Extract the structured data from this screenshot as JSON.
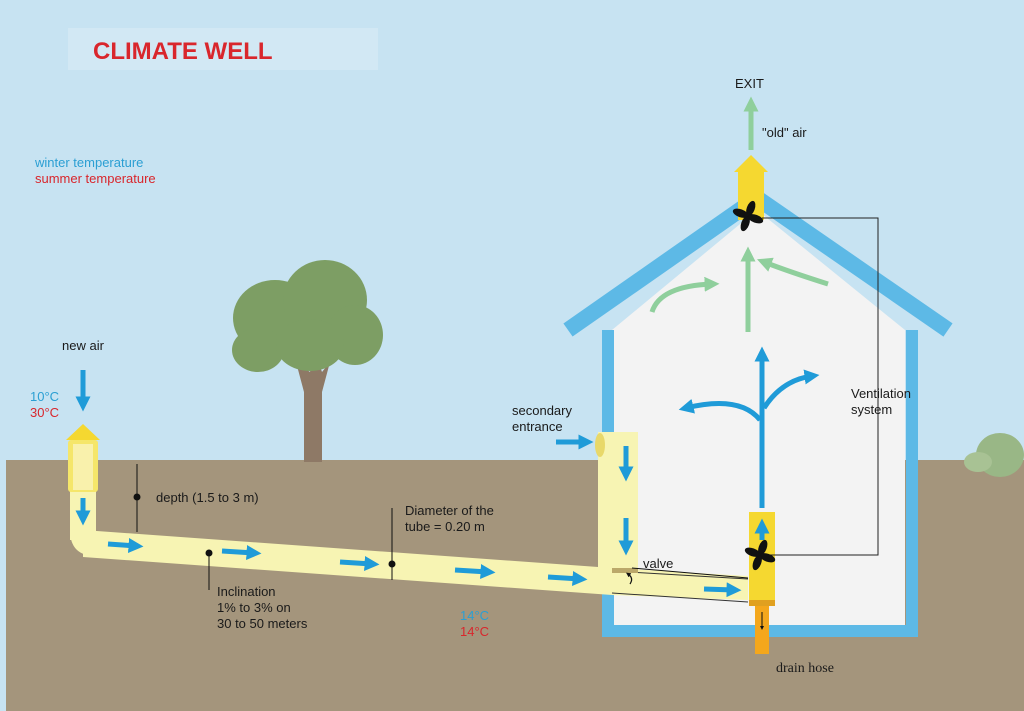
{
  "title": "CLIMATE WELL",
  "legend": {
    "winter": "winter temperature",
    "summer": "summer temperature"
  },
  "labels": {
    "new_air": "new air",
    "inlet_winter": "10°C",
    "inlet_summer": "30°C",
    "depth": "depth (1.5 to 3 m)",
    "diameter_line1": "Diameter of the",
    "diameter_line2": "tube = 0.20 m",
    "inclination_line1": "Inclination",
    "inclination_line2": "1% to 3% on",
    "inclination_line3": "30 to 50 meters",
    "tube_winter": "14°C",
    "tube_summer": "14°C",
    "secondary_line1": "secondary",
    "secondary_line2": "entrance",
    "valve": "valve",
    "exit": "EXIT",
    "old_air": "\"old\" air",
    "ventilation_line1": "Ventilation",
    "ventilation_line2": "system",
    "drain_hose": "drain hose"
  },
  "colors": {
    "sky": "#c7e3f2",
    "ground": "#a4957c",
    "winter": "#2b9fd3",
    "summer": "#d9262c",
    "title": "#d9262c",
    "tube": "#f7f4b3",
    "house_outline": "#5db9e6",
    "house_interior": "#f3f3f3",
    "flow_arrow": "#1f9bd8",
    "old_air_arrow": "#8fcf9c",
    "fan_housing": "#f5d830",
    "drain": "#f4a71c",
    "tree_leaves": "#7d9e64",
    "tree_trunk": "#8e7966"
  }
}
